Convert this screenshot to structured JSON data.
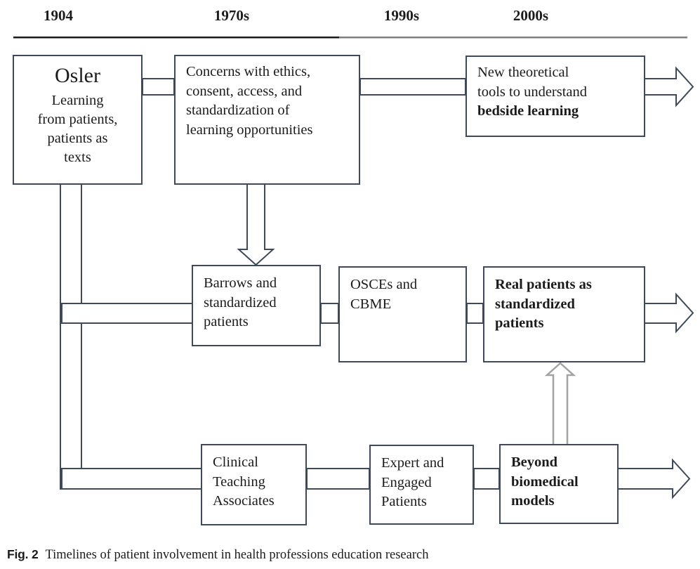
{
  "timeline": {
    "years": [
      "1904",
      "1970s",
      "1990s",
      "2000s"
    ]
  },
  "boxes": {
    "osler": {
      "title": "Osler",
      "lines": [
        "Learning",
        "from patients,",
        "patients as",
        "texts"
      ]
    },
    "concerns": {
      "lines": [
        "Concerns with ethics,",
        "consent, access, and",
        "standardization of",
        "learning opportunities"
      ]
    },
    "new_theoretical": {
      "lines": [
        "New theoretical",
        "tools to understand"
      ],
      "bold_line": "bedside learning"
    },
    "barrows": {
      "lines": [
        "Barrows and",
        "standardized",
        "patients"
      ]
    },
    "osces": {
      "lines": [
        "OSCEs and",
        "CBME"
      ]
    },
    "real_patients": {
      "lines": [
        "Real patients as",
        "standardized",
        "patients"
      ]
    },
    "clinical": {
      "lines": [
        "Clinical",
        "Teaching",
        "Associates"
      ]
    },
    "expert": {
      "lines": [
        "Expert and",
        "Engaged",
        "Patients"
      ]
    },
    "beyond": {
      "lines": [
        "Beyond",
        "biomedical",
        "models"
      ]
    }
  },
  "caption": {
    "label": "Fig. 2",
    "text": "Timelines of patient involvement in health professions education research"
  },
  "colors": {
    "line": "#3e4a5c",
    "gray_arrow": "#a3a3a3",
    "timeline_black": "#1a1a1a",
    "timeline_gray": "#7f7f7f"
  }
}
